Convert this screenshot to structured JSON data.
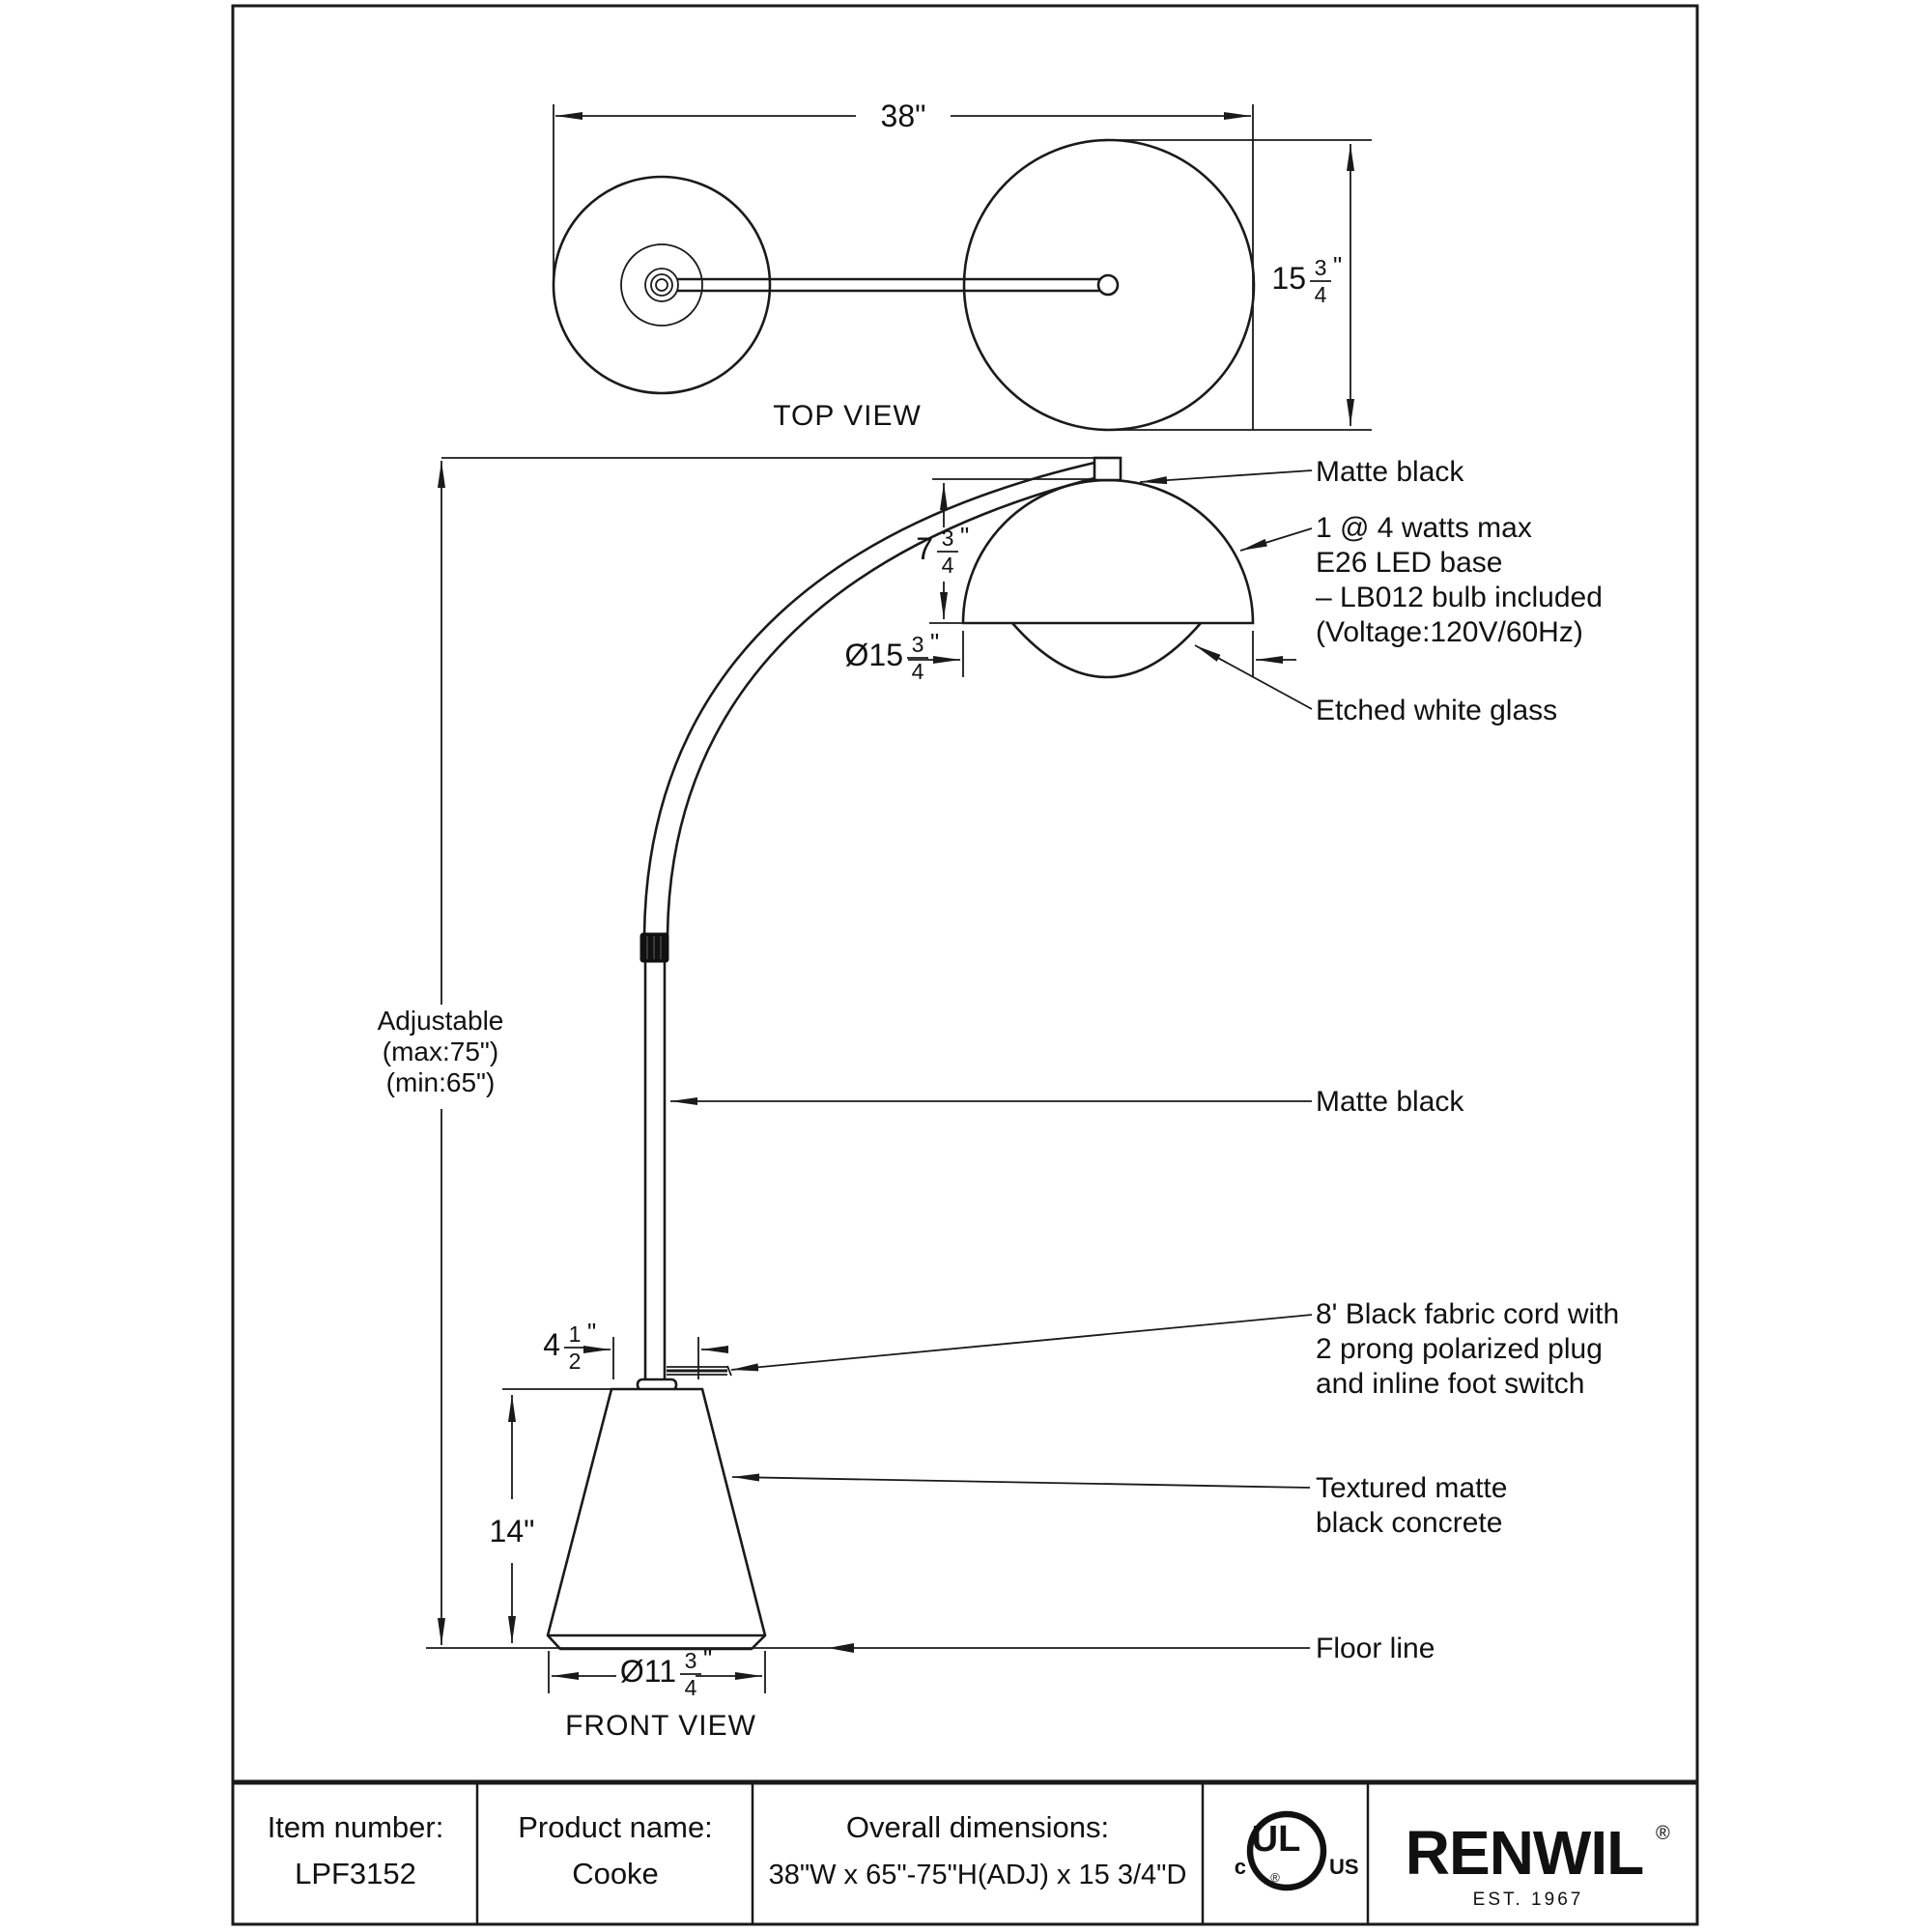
{
  "top_view": {
    "label": "TOP VIEW",
    "dim_width": {
      "whole": "38",
      "unit": "\""
    },
    "dim_depth": {
      "whole": "15",
      "num": "3",
      "den": "4",
      "unit": "\""
    }
  },
  "front_view": {
    "label": "FRONT VIEW",
    "adjustable": {
      "line1": "Adjustable",
      "line2": "(max:75\")",
      "line3": "(min:65\")"
    },
    "dim_shade_height": {
      "whole": "7",
      "num": "3",
      "den": "4",
      "unit": "\""
    },
    "dim_shade_dia": {
      "whole": "Ø15",
      "num": "3",
      "den": "4",
      "unit": "\""
    },
    "dim_cord_offset": {
      "whole": "4",
      "num": "1",
      "den": "2",
      "unit": "\""
    },
    "dim_base_height": "14\"",
    "dim_base_dia": {
      "whole": "Ø11",
      "num": "3",
      "den": "4",
      "unit": "\""
    }
  },
  "annotations": {
    "matte_black_top": "Matte black",
    "bulb": [
      "1 @ 4 watts max",
      "E26 LED base",
      "– LB012 bulb included",
      "(Voltage:120V/60Hz)"
    ],
    "glass": "Etched white glass",
    "matte_black_pole": "Matte black",
    "cord": [
      "8' Black fabric cord with",
      "2 prong polarized plug",
      "and inline foot switch"
    ],
    "base": [
      "Textured matte",
      "black concrete"
    ],
    "floor": "Floor line"
  },
  "title_block": {
    "item_number_label": "Item number:",
    "item_number": "LPF3152",
    "product_name_label": "Product name:",
    "product_name": "Cooke",
    "dimensions_label": "Overall dimensions:",
    "dimensions_value": "38\"W x 65\"-75\"H(ADJ) x 15 3/4\"D",
    "certification": {
      "c": "c",
      "ul": "UL",
      "us": "US",
      "registered": "®"
    },
    "brand": {
      "name": "RENWIL",
      "registered": "®",
      "est": "EST. 1967"
    }
  }
}
